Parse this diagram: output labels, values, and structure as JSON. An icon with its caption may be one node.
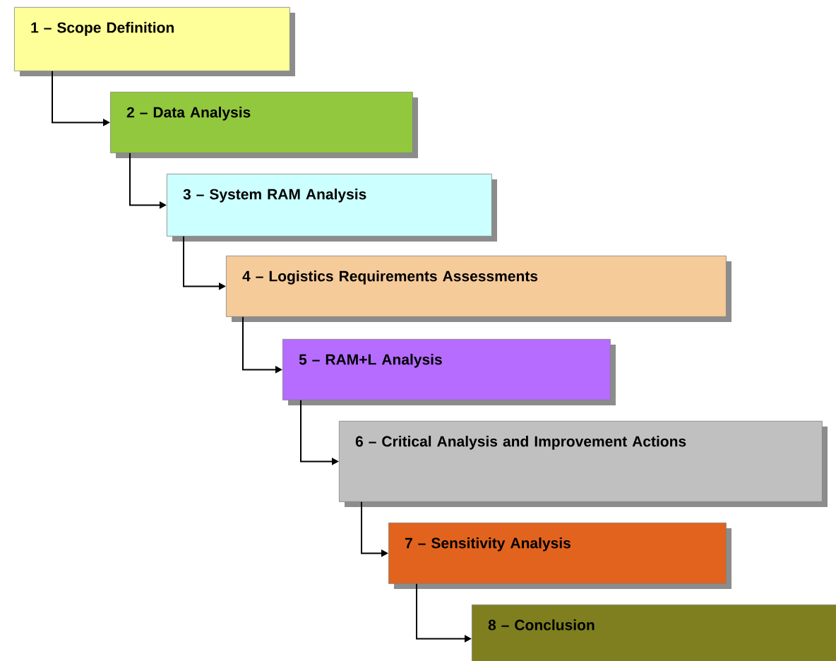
{
  "diagram": {
    "nodes": [
      {
        "text": [
          "1 – Scope Definition"
        ]
      },
      {
        "text": [
          "2 – Data Analysis"
        ]
      },
      {
        "text": [
          "3 – System RAM  Analysis"
        ]
      },
      {
        "text": [
          "4 – Logistics Requirements Assessments"
        ]
      },
      {
        "text": [
          "5 – RAM+L  Analysis"
        ]
      },
      {
        "text": [
          "6 – Critical Analysis and Improvement Actions"
        ]
      },
      {
        "text": [
          "7 – Sensitivity Analysis"
        ]
      },
      {
        "text": [
          "8 – Conclusion"
        ]
      }
    ],
    "edges": [
      {
        "from": 0,
        "to": 1,
        "arrow": "to"
      },
      {
        "from": 1,
        "to": 2,
        "arrow": "to"
      },
      {
        "from": 2,
        "to": 3,
        "arrow": "to"
      },
      {
        "from": 3,
        "to": 4,
        "arrow": "to"
      },
      {
        "from": 4,
        "to": 5,
        "arrow": "to"
      },
      {
        "from": 5,
        "to": 6,
        "arrow": "to"
      },
      {
        "from": 6,
        "to": 7,
        "arrow": "to"
      }
    ]
  }
}
